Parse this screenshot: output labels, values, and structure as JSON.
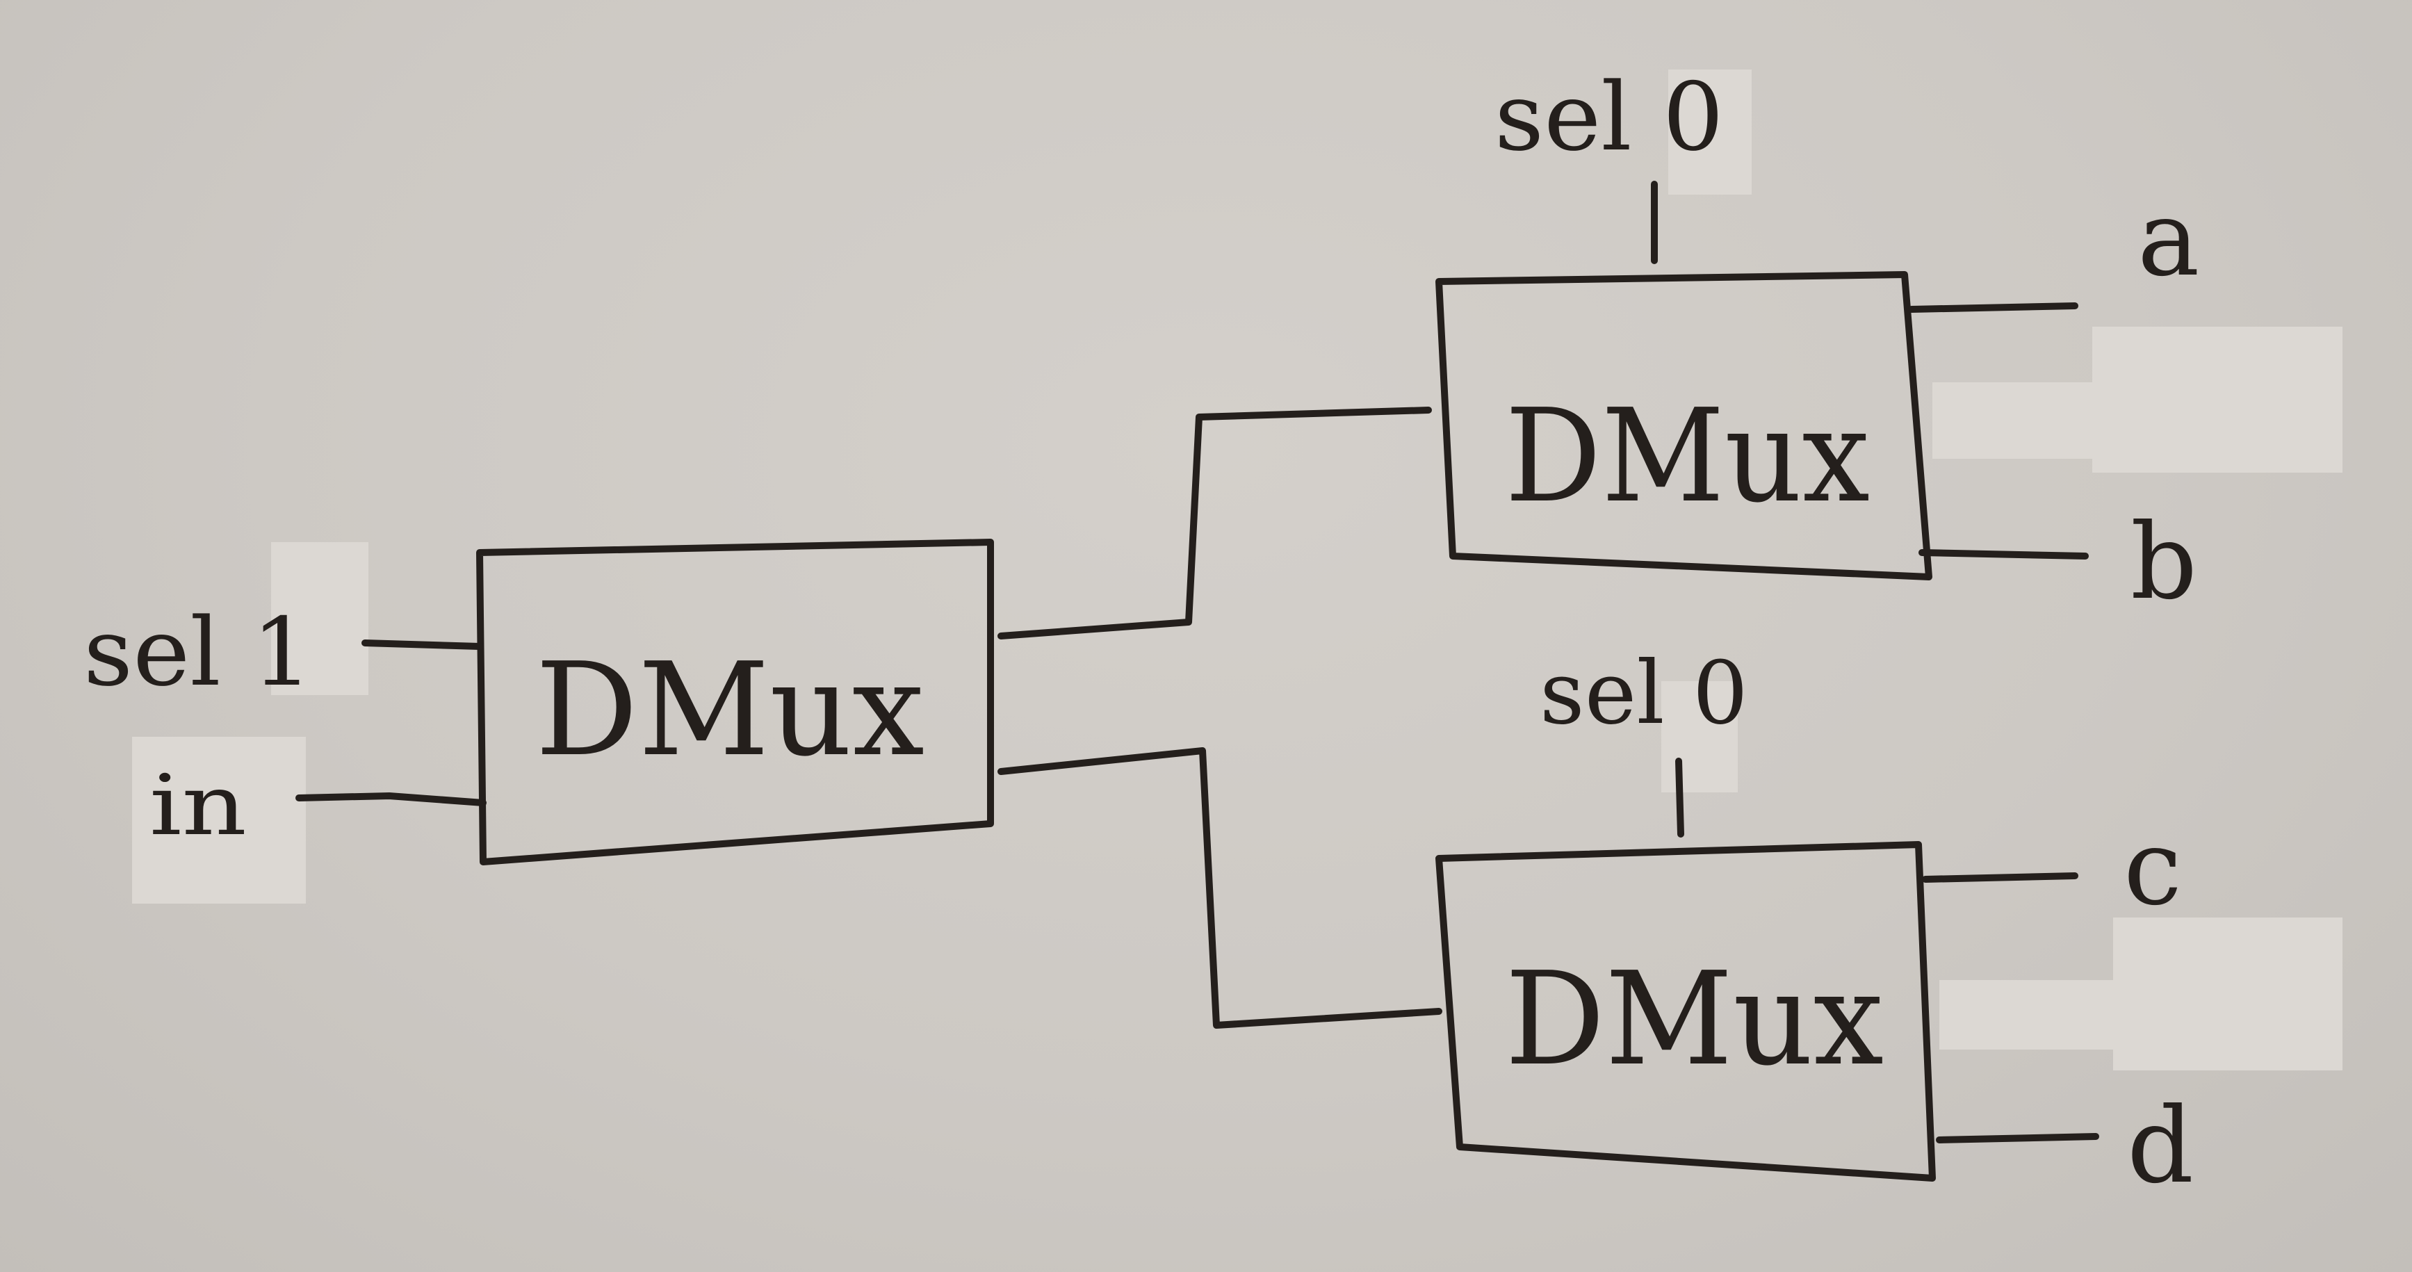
{
  "diagram": {
    "blocks": [
      {
        "id": "dmux-main",
        "label": "DMux"
      },
      {
        "id": "dmux-top",
        "label": "DMux"
      },
      {
        "id": "dmux-bottom",
        "label": "DMux"
      }
    ],
    "inputs": {
      "sel_main": "sel 1",
      "in_main": "in",
      "sel_top": "sel 0",
      "sel_bottom": "sel 0"
    },
    "outputs": {
      "a": "a",
      "b": "b",
      "c": "c",
      "d": "d"
    }
  },
  "colors": {
    "paper": "#cbc7c2",
    "ink": "#241f1c"
  }
}
